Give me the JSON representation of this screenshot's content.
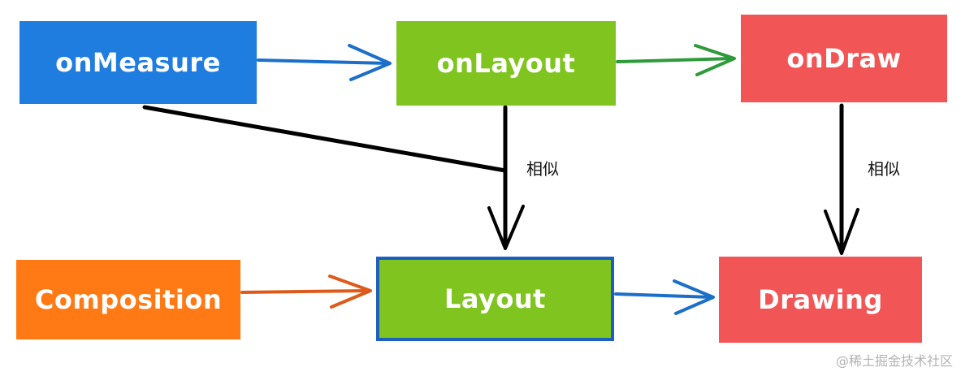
{
  "nodes": {
    "onmeasure": {
      "label": "onMeasure",
      "color": "#1f7de0"
    },
    "onlayout": {
      "label": "onLayout",
      "color": "#80c41f"
    },
    "ondraw": {
      "label": "onDraw",
      "color": "#f25555"
    },
    "composition": {
      "label": "Composition",
      "color": "#ff7a14"
    },
    "layout": {
      "label": "Layout",
      "color": "#80c41f"
    },
    "drawing": {
      "label": "Drawing",
      "color": "#f25555"
    }
  },
  "edge_labels": {
    "similar_1": "相似",
    "similar_2": "相似"
  },
  "colors": {
    "blue_arrow": "#1c6fc8",
    "green_arrow": "#2e9a3a",
    "orange_arrow": "#dd5a1a",
    "black_arrow": "#000000",
    "layout_border": "#1c5fc0"
  },
  "watermark": "@稀土掘金技术社区"
}
